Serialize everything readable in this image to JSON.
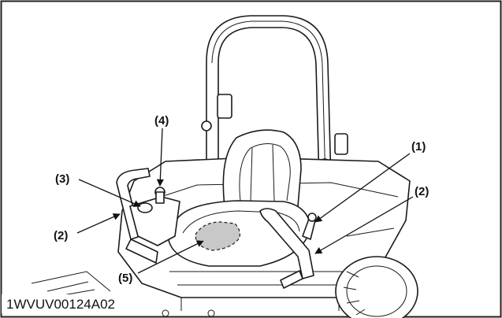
{
  "figure": {
    "callouts": [
      "(1)",
      "(2)",
      "(3)",
      "(4)",
      "(2)",
      "(5)"
    ],
    "figure_code": "1WVUV00124A02"
  },
  "colors": {
    "line": "#1a1a1a",
    "seat_zone": "#c8c8c8",
    "background": "#ffffff"
  }
}
